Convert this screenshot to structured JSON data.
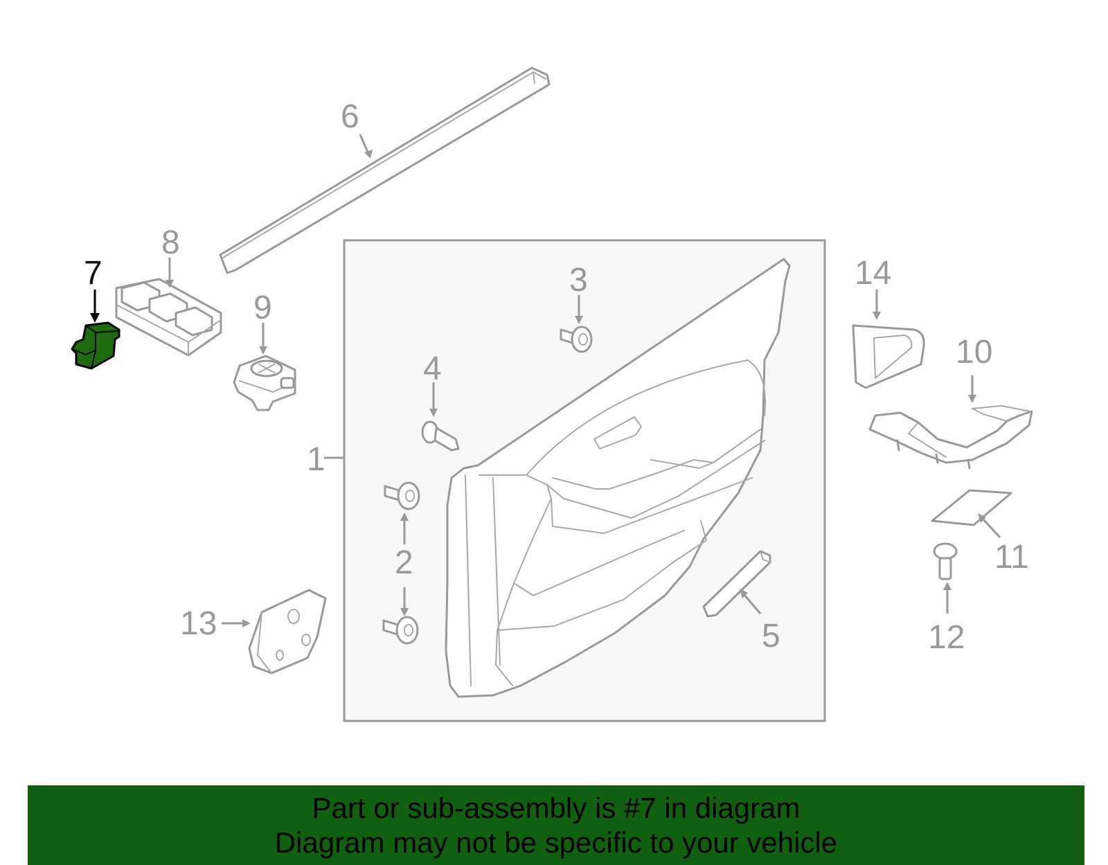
{
  "diagram": {
    "highlighted_part": "7",
    "callouts": {
      "p1": "1",
      "p2": "2",
      "p3": "3",
      "p4": "4",
      "p5": "5",
      "p6": "6",
      "p7": "7",
      "p8": "8",
      "p9": "9",
      "p10": "10",
      "p11": "11",
      "p12": "12",
      "p13": "13",
      "p14": "14"
    },
    "colors": {
      "highlight_part": "#1f6b10",
      "line_art": "#999999",
      "callout_text": "#9a9a9a",
      "panel_bg": "#f7f7f7",
      "banner_bg": "#106010"
    }
  },
  "banner": {
    "line1": "Part or sub-assembly is #7 in diagram",
    "line2": "Diagram may not be specific to your vehicle"
  }
}
